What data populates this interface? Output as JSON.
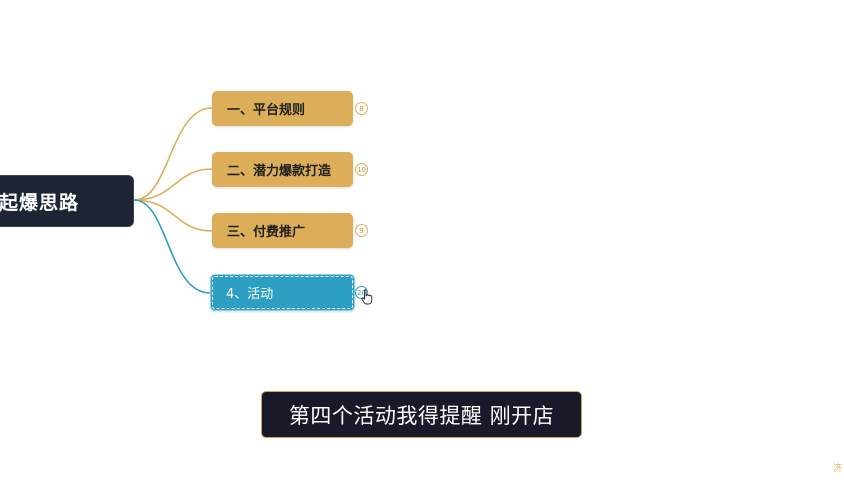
{
  "mindmap": {
    "root_label": "起爆思路",
    "branches": [
      {
        "label": "一、平台规则",
        "count": "8"
      },
      {
        "label": "二、潜力爆款打造",
        "count": "10"
      },
      {
        "label": "三、付费推广",
        "count": "9"
      },
      {
        "label": "4、活动",
        "count": "20"
      }
    ]
  },
  "subtitle": {
    "text": "第四个活动我得提醒 刚开店"
  },
  "watermark": {
    "text": "济"
  },
  "colors": {
    "branch_gold": "#dcae59",
    "branch_selected": "#2d9fc2",
    "root_bg": "#1d2535",
    "subtitle_bg": "#181a2a"
  }
}
